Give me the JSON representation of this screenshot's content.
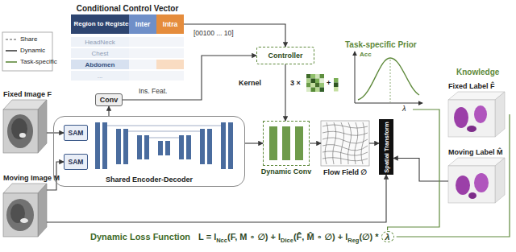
{
  "diagram": {
    "nodes": [
      {
        "text": [
          "Conditional Control Vector"
        ]
      },
      {
        "text": [
          "Region to Register"
        ],
        "in": 0
      },
      {
        "text": [
          "Inter"
        ],
        "in": 0
      },
      {
        "text": [
          "Intra"
        ],
        "in": 0
      },
      {
        "text": [
          "HeadNeck"
        ],
        "in": 0
      },
      {
        "text": [
          "Chest"
        ],
        "in": 0
      },
      {
        "text": [
          "Abdomen"
        ],
        "in": 0
      },
      {
        "text": [
          "..."
        ],
        "in": 0
      },
      {
        "text": [
          "Conv"
        ]
      },
      {
        "text": [
          "Controller"
        ]
      },
      {
        "text": [
          "Fixed Image F"
        ]
      },
      {
        "text": [
          "Moving Image M"
        ]
      },
      {
        "text": [
          "Shared Encoder-Decoder"
        ]
      },
      {
        "text": [
          "SAM"
        ],
        "in": 12
      },
      {
        "text": [
          "SAM"
        ],
        "in": 12
      },
      {
        "text": [
          "Dynamic Conv"
        ]
      },
      {
        "text": [
          "Flow Field ∅"
        ]
      },
      {
        "text": [
          "Spatial Transform"
        ]
      },
      {
        "text": [
          "Fixed Label F̂"
        ]
      },
      {
        "text": [
          "Moving Label M̂"
        ]
      }
    ],
    "edges": [
      {
        "from": 10,
        "to": 13,
        "arrow": "to"
      },
      {
        "from": 11,
        "to": 14,
        "arrow": "to"
      },
      {
        "from": 12,
        "to": 8,
        "arrow": "to"
      },
      {
        "from": 8,
        "to": 9,
        "arrow": "to"
      },
      {
        "from": 0,
        "to": 9,
        "arrow": "to"
      },
      {
        "from": 9,
        "to": 15,
        "arrow": "to"
      },
      {
        "from": 12,
        "to": 15,
        "arrow": "to"
      },
      {
        "from": 15,
        "to": 16,
        "arrow": "to"
      },
      {
        "from": 16,
        "to": 17,
        "arrow": "to"
      },
      {
        "from": 11,
        "to": 17,
        "arrow": "to"
      },
      {
        "from": 19,
        "to": 17,
        "arrow": "to"
      }
    ],
    "labels": [
      "[00100 ... 10]",
      "Ins. Feat.",
      "Kernel",
      "3 ×",
      "+",
      "Task-specific Prior",
      "Acc",
      "λ",
      "Knowledge",
      "Dynamic Loss Function",
      "L = l",
      "Ncc",
      "(F, M ∘ ∅) + l",
      "Dice",
      "(F̂, M̂ ∘ ∅) + l",
      "Reg",
      "(∅) *",
      "λ"
    ],
    "legend": [
      {
        "text": "Share"
      },
      {
        "text": "Dynamic"
      },
      {
        "text": "Task-specific"
      }
    ]
  }
}
